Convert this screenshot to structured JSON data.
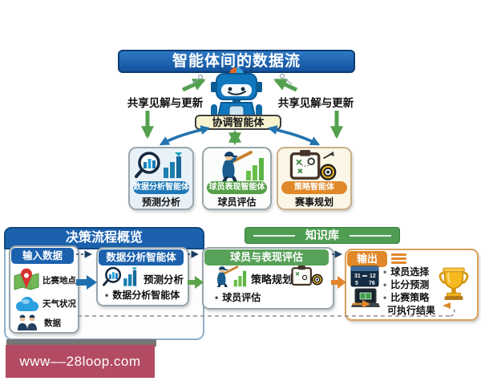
{
  "title_bar": {
    "text": "智能体间的数据流"
  },
  "top_flow": {
    "share_left": "共享见解与更新",
    "share_right": "共享见解与更新",
    "coordinator": "协调智能体",
    "agent_cards": [
      {
        "icon": "magnifier-chart-icon",
        "label": "数据分析智能体",
        "sub": "预测分析"
      },
      {
        "icon": "batter-chart-icon",
        "label": "球员表现智能体",
        "sub": "球员评估"
      },
      {
        "icon": "tactics-board-icon",
        "label": "策略智能体",
        "sub": "赛事规划"
      }
    ]
  },
  "bottom_flow": {
    "overview_title": "决策流程概览",
    "knowledge_title": "知识库",
    "input_box": {
      "header": "输入数据",
      "items": [
        {
          "icon": "map-pin-icon",
          "label": "比赛地点"
        },
        {
          "icon": "cloud-icon",
          "label": "天气状况"
        },
        {
          "icon": "people-icon",
          "label": "数据"
        }
      ]
    },
    "analysis_box": {
      "header": "数据分析智能体",
      "primary": "预测分析",
      "bullet": "数据分析智能体"
    },
    "evaluation_box": {
      "header": "球员与表现评估",
      "primary": "策略规划",
      "bullet": "球员评估"
    },
    "output_box": {
      "header": "输出",
      "items": [
        "球员选择",
        "比分预测",
        "比赛策略",
        "可执行结果"
      ],
      "scoreboard": {
        "r1a": "31",
        "r1b": "12",
        "r2a": "5",
        "r2b": "76"
      }
    }
  },
  "watermark": {
    "text": "www––28loop.com"
  },
  "colors": {
    "blue": "#1b61ad",
    "green": "#4f9d53",
    "orange": "#e0882a",
    "teal_arrow": "#2273ae",
    "watermark_bg": "#b34b63"
  }
}
